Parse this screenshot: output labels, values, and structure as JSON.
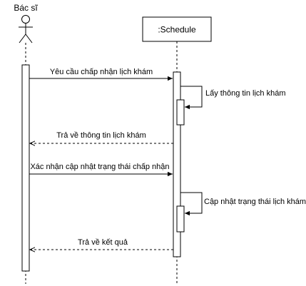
{
  "participants": {
    "actor": "Bác sĩ",
    "object": ":Schedule"
  },
  "messages": [
    {
      "text": "Yêu cầu chấp nhận lịch khám",
      "kind": "call"
    },
    {
      "text": "Lấy thông tin lịch khám",
      "kind": "self"
    },
    {
      "text": "Trả về thông tin lịch khám",
      "kind": "return"
    },
    {
      "text": "Xác nhận cập nhật trạng thái chấp nhận",
      "kind": "call"
    },
    {
      "text": "Cập nhật trạng thái lịch khám",
      "kind": "self"
    },
    {
      "text": "Trả về kết quả",
      "kind": "return"
    }
  ]
}
